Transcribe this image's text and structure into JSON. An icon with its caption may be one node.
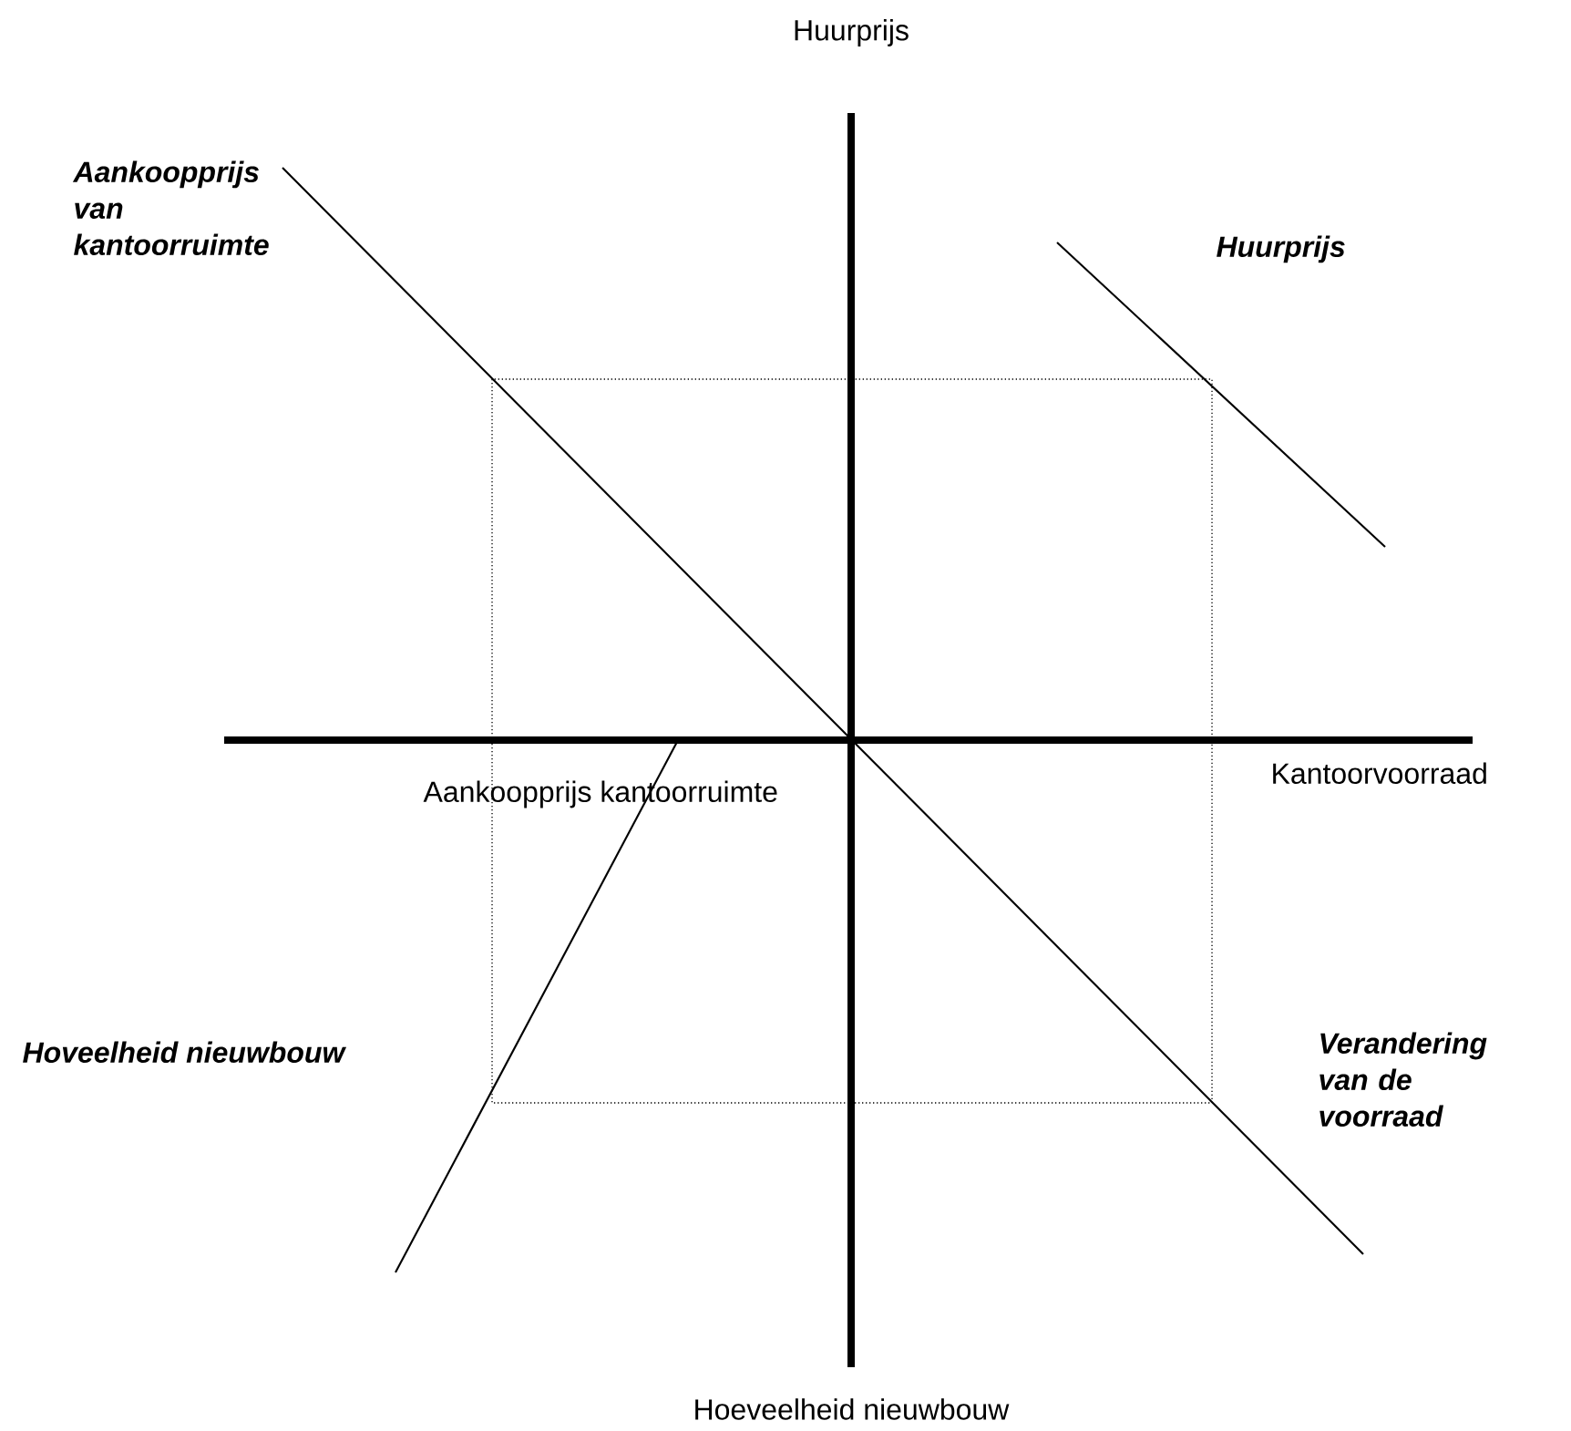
{
  "diagram": {
    "labels": [
      "Huurprijs",
      "Aankoopprijs van kantoorruimte",
      "Huurprijs",
      "Aankoopprijs kantoorruimte",
      "Kantoorvoorraad",
      "Hoveelheid nieuwbouw",
      "Verandering van de voorraad",
      "Hoeveelheid nieuwbouw"
    ]
  }
}
